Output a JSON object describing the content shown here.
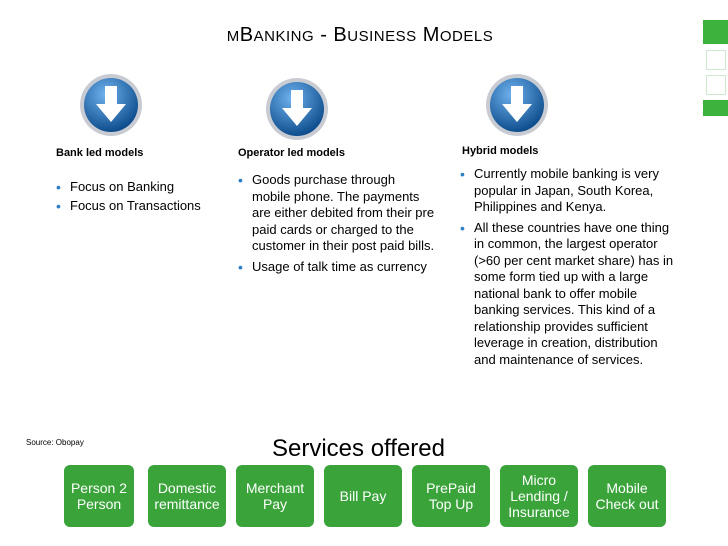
{
  "slide": {
    "title_first_small": "M",
    "title_part1": "B",
    "title_part1_small": "ANKING",
    "title_sep": " - ",
    "title_part2": "B",
    "title_part2_small": "USINESS",
    "title_part3": "M",
    "title_part3_small": "ODELS"
  },
  "columns": [
    {
      "heading": "Bank led models",
      "bullets": [
        "Focus on Banking",
        "Focus on Transactions"
      ]
    },
    {
      "heading": "Operator led models",
      "bullets": [
        "Goods purchase through mobile phone. The payments are either debited from their pre paid cards or charged to the customer in their post paid bills.",
        "Usage of talk time as currency"
      ]
    },
    {
      "heading": "Hybrid models",
      "bullets": [
        "Currently mobile banking is very popular in Japan, South Korea, Philippines and Kenya.",
        "All these countries have one thing in common, the largest operator (>60 per cent market share) has in some form tied up with a large national bank to offer mobile banking services. This kind of a relationship provides sufficient leverage in creation, distribution and maintenance of services."
      ]
    }
  ],
  "source": "Source: Obopay",
  "services_title": "Services offered",
  "services": [
    "Person 2 Person",
    "Domestic remittance",
    "Merchant Pay",
    "Bill Pay",
    "PrePaid Top Up",
    "Micro Lending / Insurance",
    "Mobile Check out"
  ],
  "colors": {
    "accent_green": "#3aa43a",
    "icon_blue": "#1e6fb5",
    "bullet_blue": "#2c7fc4"
  },
  "icons": [
    "arrow-down-icon"
  ]
}
